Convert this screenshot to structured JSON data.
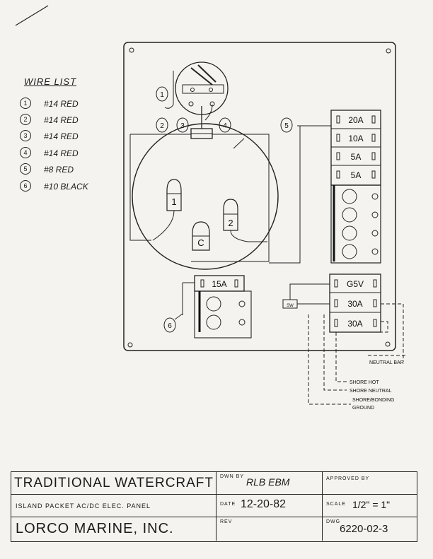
{
  "wire_list": {
    "title": "WIRE LIST",
    "items": [
      {
        "num": "1",
        "label": "#14 RED"
      },
      {
        "num": "2",
        "label": "#14 RED"
      },
      {
        "num": "3",
        "label": "#14 RED"
      },
      {
        "num": "4",
        "label": "#14 RED"
      },
      {
        "num": "5",
        "label": "#8 RED"
      },
      {
        "num": "6",
        "label": "#10 BLACK"
      }
    ]
  },
  "panel": {
    "breakers_dc": [
      "20A",
      "10A",
      "5A",
      "5A"
    ],
    "breaker_15": "15A",
    "breakers_ac": [
      "G5V",
      "30A",
      "30A"
    ],
    "meters": {
      "m1": "1",
      "m2": "2",
      "mc": "C"
    },
    "callouts": [
      "1",
      "2",
      "3",
      "4",
      "5",
      "6"
    ],
    "small_box": "SW"
  },
  "labels": {
    "neutral_bar": "NEUTRAL BAR",
    "shore_hot": "SHORE HOT",
    "shore_neutral": "SHORE NEUTRAL",
    "shore_ground_1": "SHORE/BONDING",
    "shore_ground_2": "GROUND"
  },
  "title_block": {
    "company": "TRADITIONAL WATERCRAFT",
    "drawn_by_label": "DWN BY",
    "drawn_by": "RLB EBM",
    "approved_label": "APPROVED BY",
    "project": "ISLAND PACKET AC/DC ELEC. PANEL",
    "date_label": "DATE",
    "date": "12-20-82",
    "scale_label": "SCALE",
    "scale": "1/2\" = 1\"",
    "maker": "LORCO MARINE, INC.",
    "rev_label": "REV",
    "dwg_label": "DWG",
    "dwg": "6220-02-3"
  }
}
